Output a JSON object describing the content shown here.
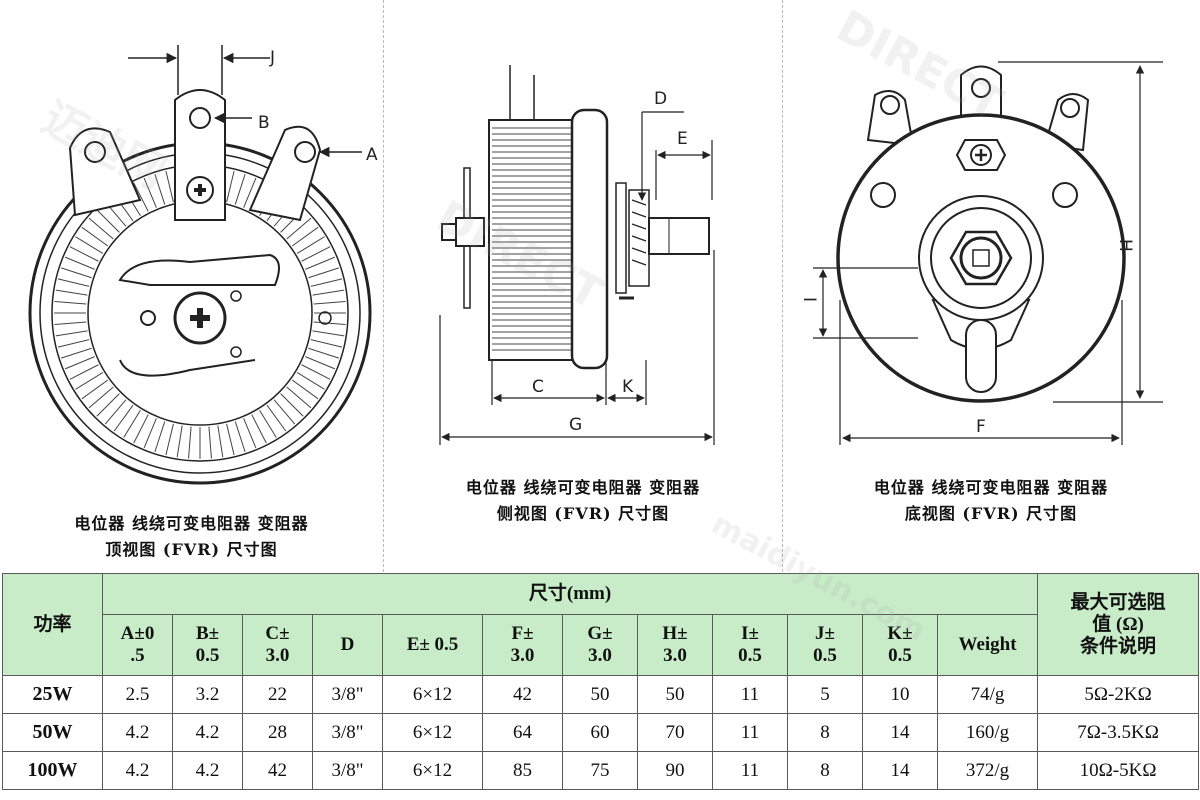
{
  "views": [
    {
      "caption_line1": "电位器 线绕可变电阻器 变阻器",
      "caption_line2": "顶视图 (FVR) 尺寸图",
      "labels": {
        "a": "A",
        "b": "B",
        "j": "J"
      }
    },
    {
      "caption_line1": "电位器 线绕可变电阻器 变阻器",
      "caption_line2": "侧视图 (FVR) 尺寸图",
      "labels": {
        "c": "C",
        "d": "D",
        "e": "E",
        "g": "G",
        "k": "K"
      }
    },
    {
      "caption_line1": "电位器 线绕可变电阻器 变阻器",
      "caption_line2": "底视图 (FVR) 尺寸图",
      "labels": {
        "f": "F",
        "h": "H",
        "i": "I"
      }
    }
  ],
  "table": {
    "group_header": "尺寸(mm)",
    "power_header": "功率",
    "max_header_line1": "最大可选阻",
    "max_header_line2": "值 (Ω)",
    "max_header_line3": "条件说明",
    "columns": [
      {
        "line1": "A±0",
        "line2": ".5"
      },
      {
        "line1": "B±",
        "line2": "0.5"
      },
      {
        "line1": "C±",
        "line2": "3.0"
      },
      {
        "line1": "D",
        "line2": ""
      },
      {
        "line1": "E± 0.5",
        "line2": ""
      },
      {
        "line1": "F±",
        "line2": "3.0"
      },
      {
        "line1": "G±",
        "line2": "3.0"
      },
      {
        "line1": "H±",
        "line2": "3.0"
      },
      {
        "line1": "I±",
        "line2": "0.5"
      },
      {
        "line1": "J±",
        "line2": "0.5"
      },
      {
        "line1": "K±",
        "line2": "0.5"
      },
      {
        "line1": "Weight",
        "line2": ""
      }
    ],
    "rows": [
      {
        "power": "25W",
        "values": [
          "2.5",
          "3.2",
          "22",
          "3/8\"",
          "6×12",
          "42",
          "50",
          "50",
          "11",
          "5",
          "10",
          "74/g"
        ],
        "max": "5Ω-2KΩ"
      },
      {
        "power": "50W",
        "values": [
          "4.2",
          "4.2",
          "28",
          "3/8\"",
          "6×12",
          "64",
          "60",
          "70",
          "11",
          "8",
          "14",
          "160/g"
        ],
        "max": "7Ω-3.5KΩ"
      },
      {
        "power": "100W",
        "values": [
          "4.2",
          "4.2",
          "42",
          "3/8\"",
          "6×12",
          "85",
          "75",
          "90",
          "11",
          "8",
          "14",
          "372/g"
        ],
        "max": "10Ω-5KΩ"
      }
    ]
  },
  "watermark": {
    "brand": "DIRECT",
    "site": "maidiyun.com",
    "cn": "迈迪网"
  },
  "colors": {
    "header_bg": "#c7ecc7",
    "line": "#222222"
  }
}
